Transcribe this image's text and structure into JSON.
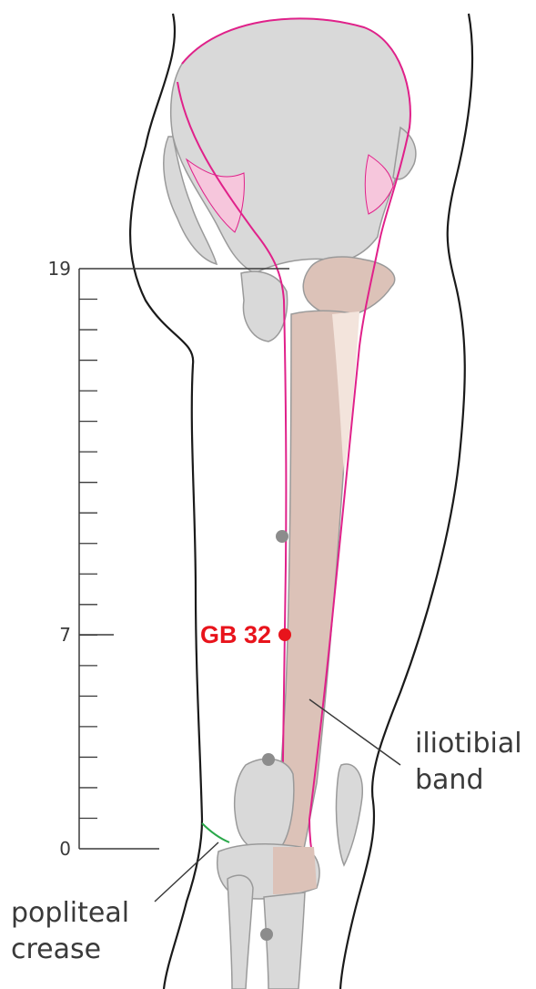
{
  "scale": {
    "ticks": [
      {
        "value": 19,
        "label": "19"
      },
      {
        "value": 7,
        "label": "7"
      },
      {
        "value": 0,
        "label": "0"
      }
    ],
    "units_total": 19
  },
  "acupoint": {
    "label": "GB 32",
    "color": "#e8141c",
    "units_above_crease": 7
  },
  "labels": {
    "iliotibial_line1": "iliotibial",
    "iliotibial_line2": "band",
    "popliteal_line1": "popliteal",
    "popliteal_line2": "crease"
  },
  "colors": {
    "outline": "#1a1a1a",
    "bone_fill": "#d9d9d9",
    "bone_stroke": "#9a9a9a",
    "band_outline": "#e0218a",
    "band_fill": "#f6c6dc",
    "femur_fill": "#dcc2b8",
    "crease": "#2aa84a",
    "secondary_point": "#8c8c8c"
  }
}
